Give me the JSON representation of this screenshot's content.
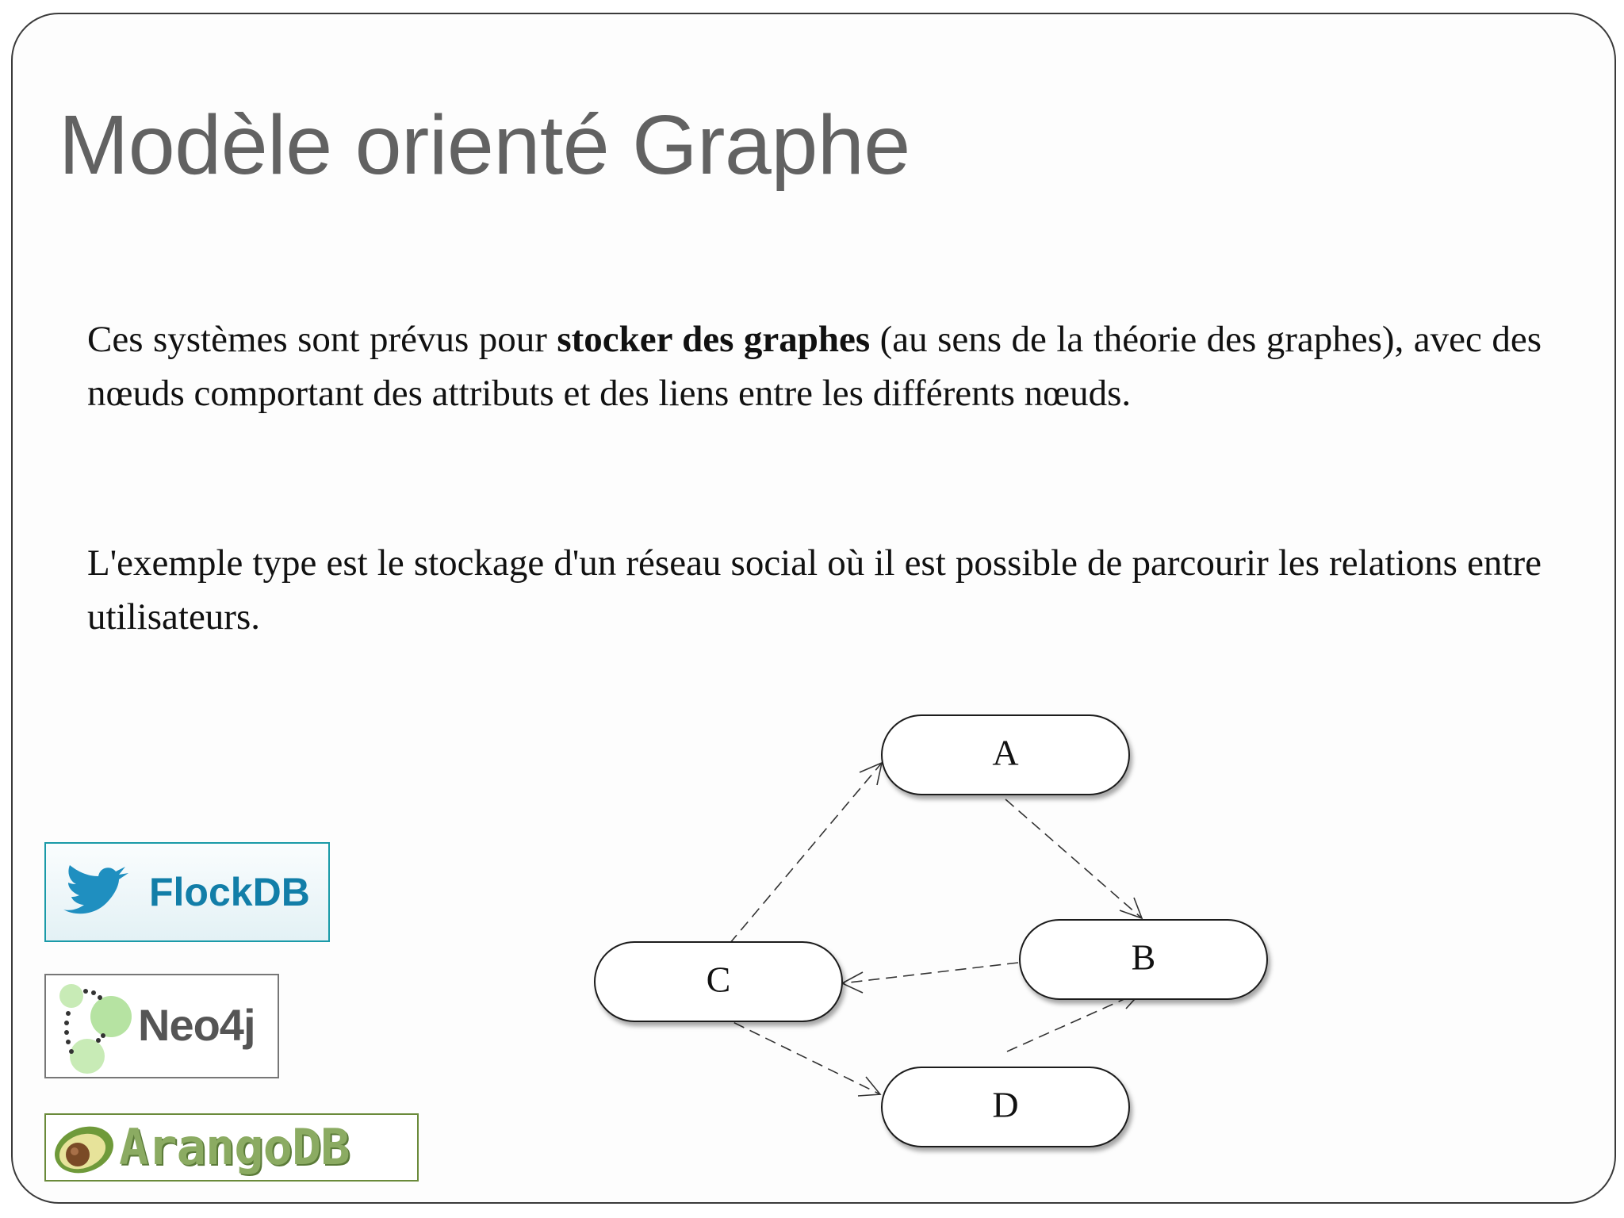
{
  "slide": {
    "title": "Modèle orienté Graphe",
    "paragraph1": {
      "before": "Ces systèmes sont prévus pour ",
      "bold": "stocker des graphes",
      "after": " (au sens de la théorie des graphes), avec des nœuds comportant des attributs et des liens entre les différents nœuds."
    },
    "paragraph2": "L'exemple type est le stockage d'un réseau social où il est possible de parcourir les relations entre utilisateurs."
  },
  "logos": {
    "flockdb": "FlockDB",
    "neo4j": "Neo4j",
    "arangodb": "ArangoDB"
  },
  "diagram": {
    "nodes": {
      "a": "A",
      "b": "B",
      "c": "C",
      "d": "D"
    },
    "edges": [
      {
        "from": "C",
        "to": "A"
      },
      {
        "from": "A",
        "to": "B"
      },
      {
        "from": "B",
        "to": "C"
      },
      {
        "from": "C",
        "to": "D"
      },
      {
        "from": "D",
        "to": "B"
      }
    ]
  },
  "colors": {
    "title": "#626262",
    "text": "#111111",
    "flockdb_brand": "#127ea8",
    "neo4j_green": "#b6e3a2",
    "arangodb_green": "#8bab62"
  },
  "icons": {
    "flockdb": "twitter-bird-icon",
    "neo4j": "graph-nodes-icon",
    "arangodb": "avocado-icon"
  }
}
